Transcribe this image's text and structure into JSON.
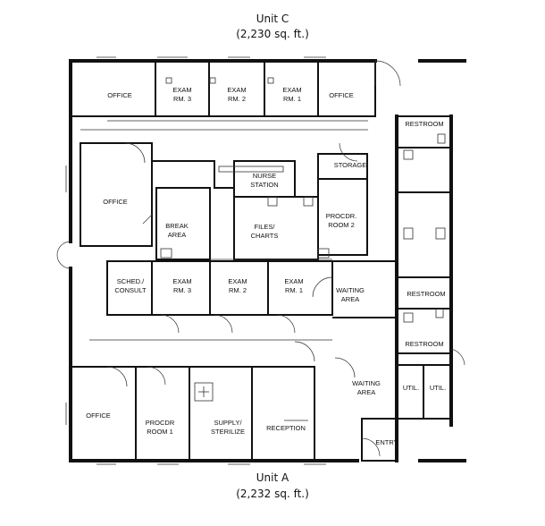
{
  "units": {
    "top": {
      "name": "Unit C",
      "area": "(2,230 sq. ft.)"
    },
    "bottom": {
      "name": "Unit A",
      "area": "(2,232 sq. ft.)"
    }
  },
  "rooms": {
    "office_1": "OFFICE",
    "exam_rm3_top": "EXAM RM. 3",
    "exam_rm2_top": "EXAM RM. 2",
    "exam_rm1_top": "EXAM RM. 1",
    "office_2": "OFFICE",
    "restroom_1": "RESTROOM",
    "storage": "STORAGE",
    "nurse_station": "NURSE STATION",
    "office_3": "OFFICE",
    "break_area": "BREAK AREA",
    "files_charts": "FILES/ CHARTS",
    "procdr_room2": "PROCDR. ROOM 2",
    "sched_consult": "SCHED./ CONSULT",
    "exam_rm3_bot": "EXAM RM. 3",
    "exam_rm2_bot": "EXAM RM. 2",
    "exam_rm1_bot": "EXAM RM. 1",
    "waiting_area_1": "WAITING AREA",
    "restroom_2": "RESTROOM",
    "restroom_3": "RESTROOM",
    "waiting_area_2": "WAITING AREA",
    "util_1": "UTIL.",
    "util_2": "UTIL.",
    "office_4": "OFFICE",
    "procdr_room1": "PROCDR ROOM 1",
    "supply_sterilize": "SUPPLY/ STERILIZE",
    "reception": "RECEPTION",
    "entry": "ENTRY"
  }
}
